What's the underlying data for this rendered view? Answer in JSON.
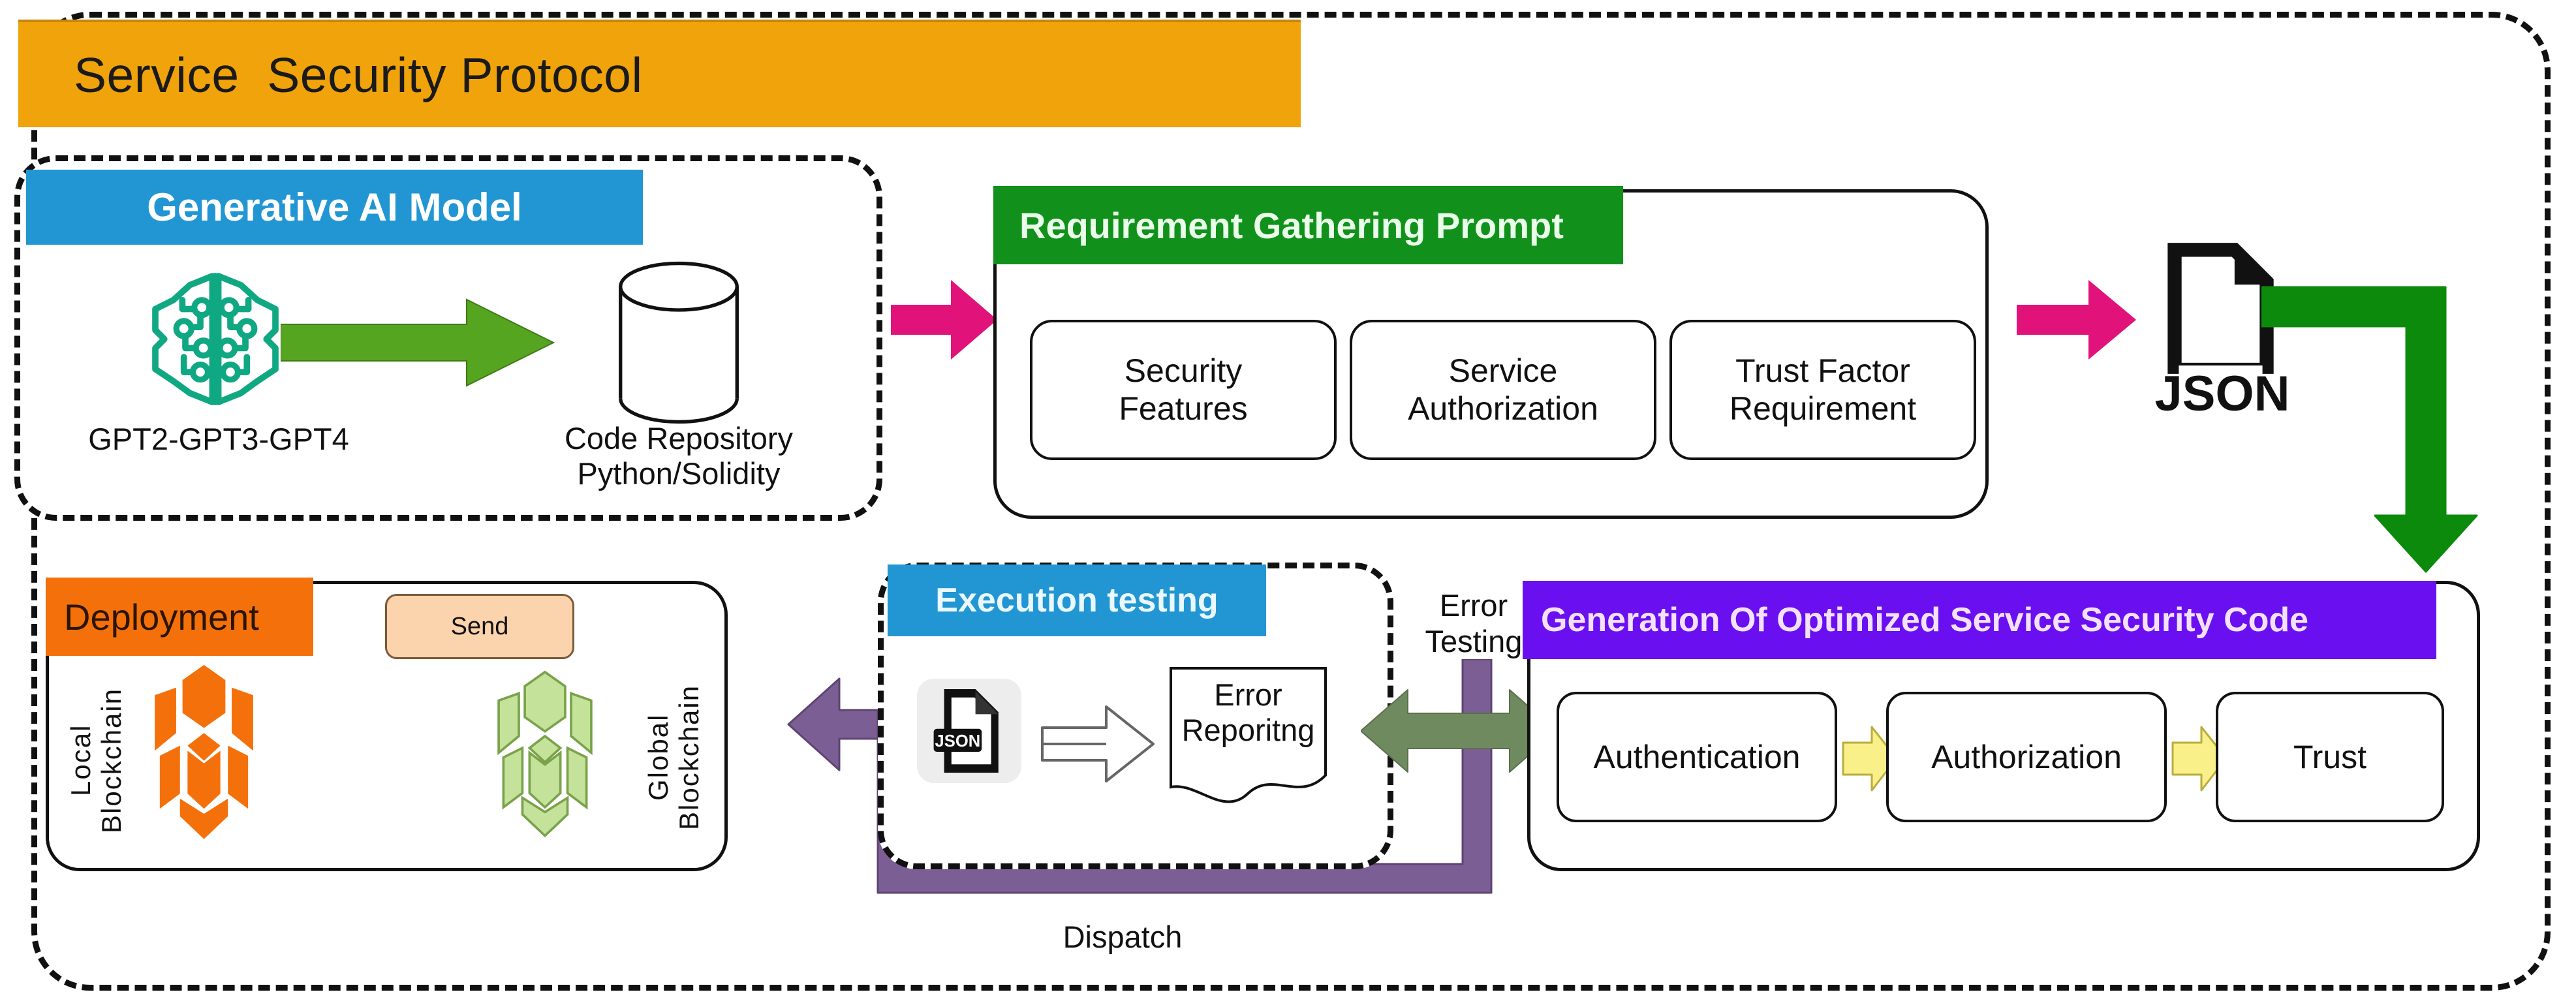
{
  "title_banner": {
    "label": "Service  Security Protocol",
    "color": "#F0A30A"
  },
  "genai": {
    "header": "Generative AI Model",
    "header_color": "#2196D3",
    "model_label": "GPT2-GPT3-GPT4",
    "repo_label_line1": "Code Repository",
    "repo_label_line2": "Python/Solidity",
    "brain_icon": "brain-circuit-icon",
    "db_icon": "database-cylinder-icon",
    "arrow_color": "#55A521"
  },
  "requirement": {
    "header": "Requirement Gathering Prompt",
    "header_color": "#11911B",
    "cards": [
      {
        "line1": "Security",
        "line2": "Features"
      },
      {
        "line1": "Service",
        "line2": "Authorization"
      },
      {
        "line1": "Trust Factor",
        "line2": "Requirement"
      }
    ]
  },
  "json_top": {
    "label": "JSON",
    "icon": "json-file-icon"
  },
  "arrows": {
    "pink_color": "#E1127A",
    "green_color": "#0B8A0B",
    "olive_color": "#6F8A5E",
    "purple_color": "#7B5F94",
    "yellow_color": "#FAF08A"
  },
  "deployment": {
    "header": "Deployment",
    "header_color": "#F4700A",
    "send_label": "Send",
    "local_label": "Local\nBlockchain",
    "global_label": "Global\nBlockchain",
    "local_icon": "orange-blockchain-hex-icon",
    "global_icon": "green-blockchain-hex-icon"
  },
  "execution": {
    "header": "Execution testing",
    "header_color": "#2196D3",
    "json_icon": "json-file-icon",
    "flow_arrow_icon": "hollow-right-arrow-icon",
    "error_doc_line1": "Error",
    "error_doc_line2": "Reporitng"
  },
  "error_testing": {
    "line1": "Error",
    "line2": "Testing"
  },
  "dispatch": {
    "label": "Dispatch"
  },
  "generation": {
    "header": "Generation Of Optimized Service Security  Code",
    "header_color": "#6A10F0",
    "cards": [
      "Authentication",
      "Authorization",
      "Trust"
    ]
  }
}
